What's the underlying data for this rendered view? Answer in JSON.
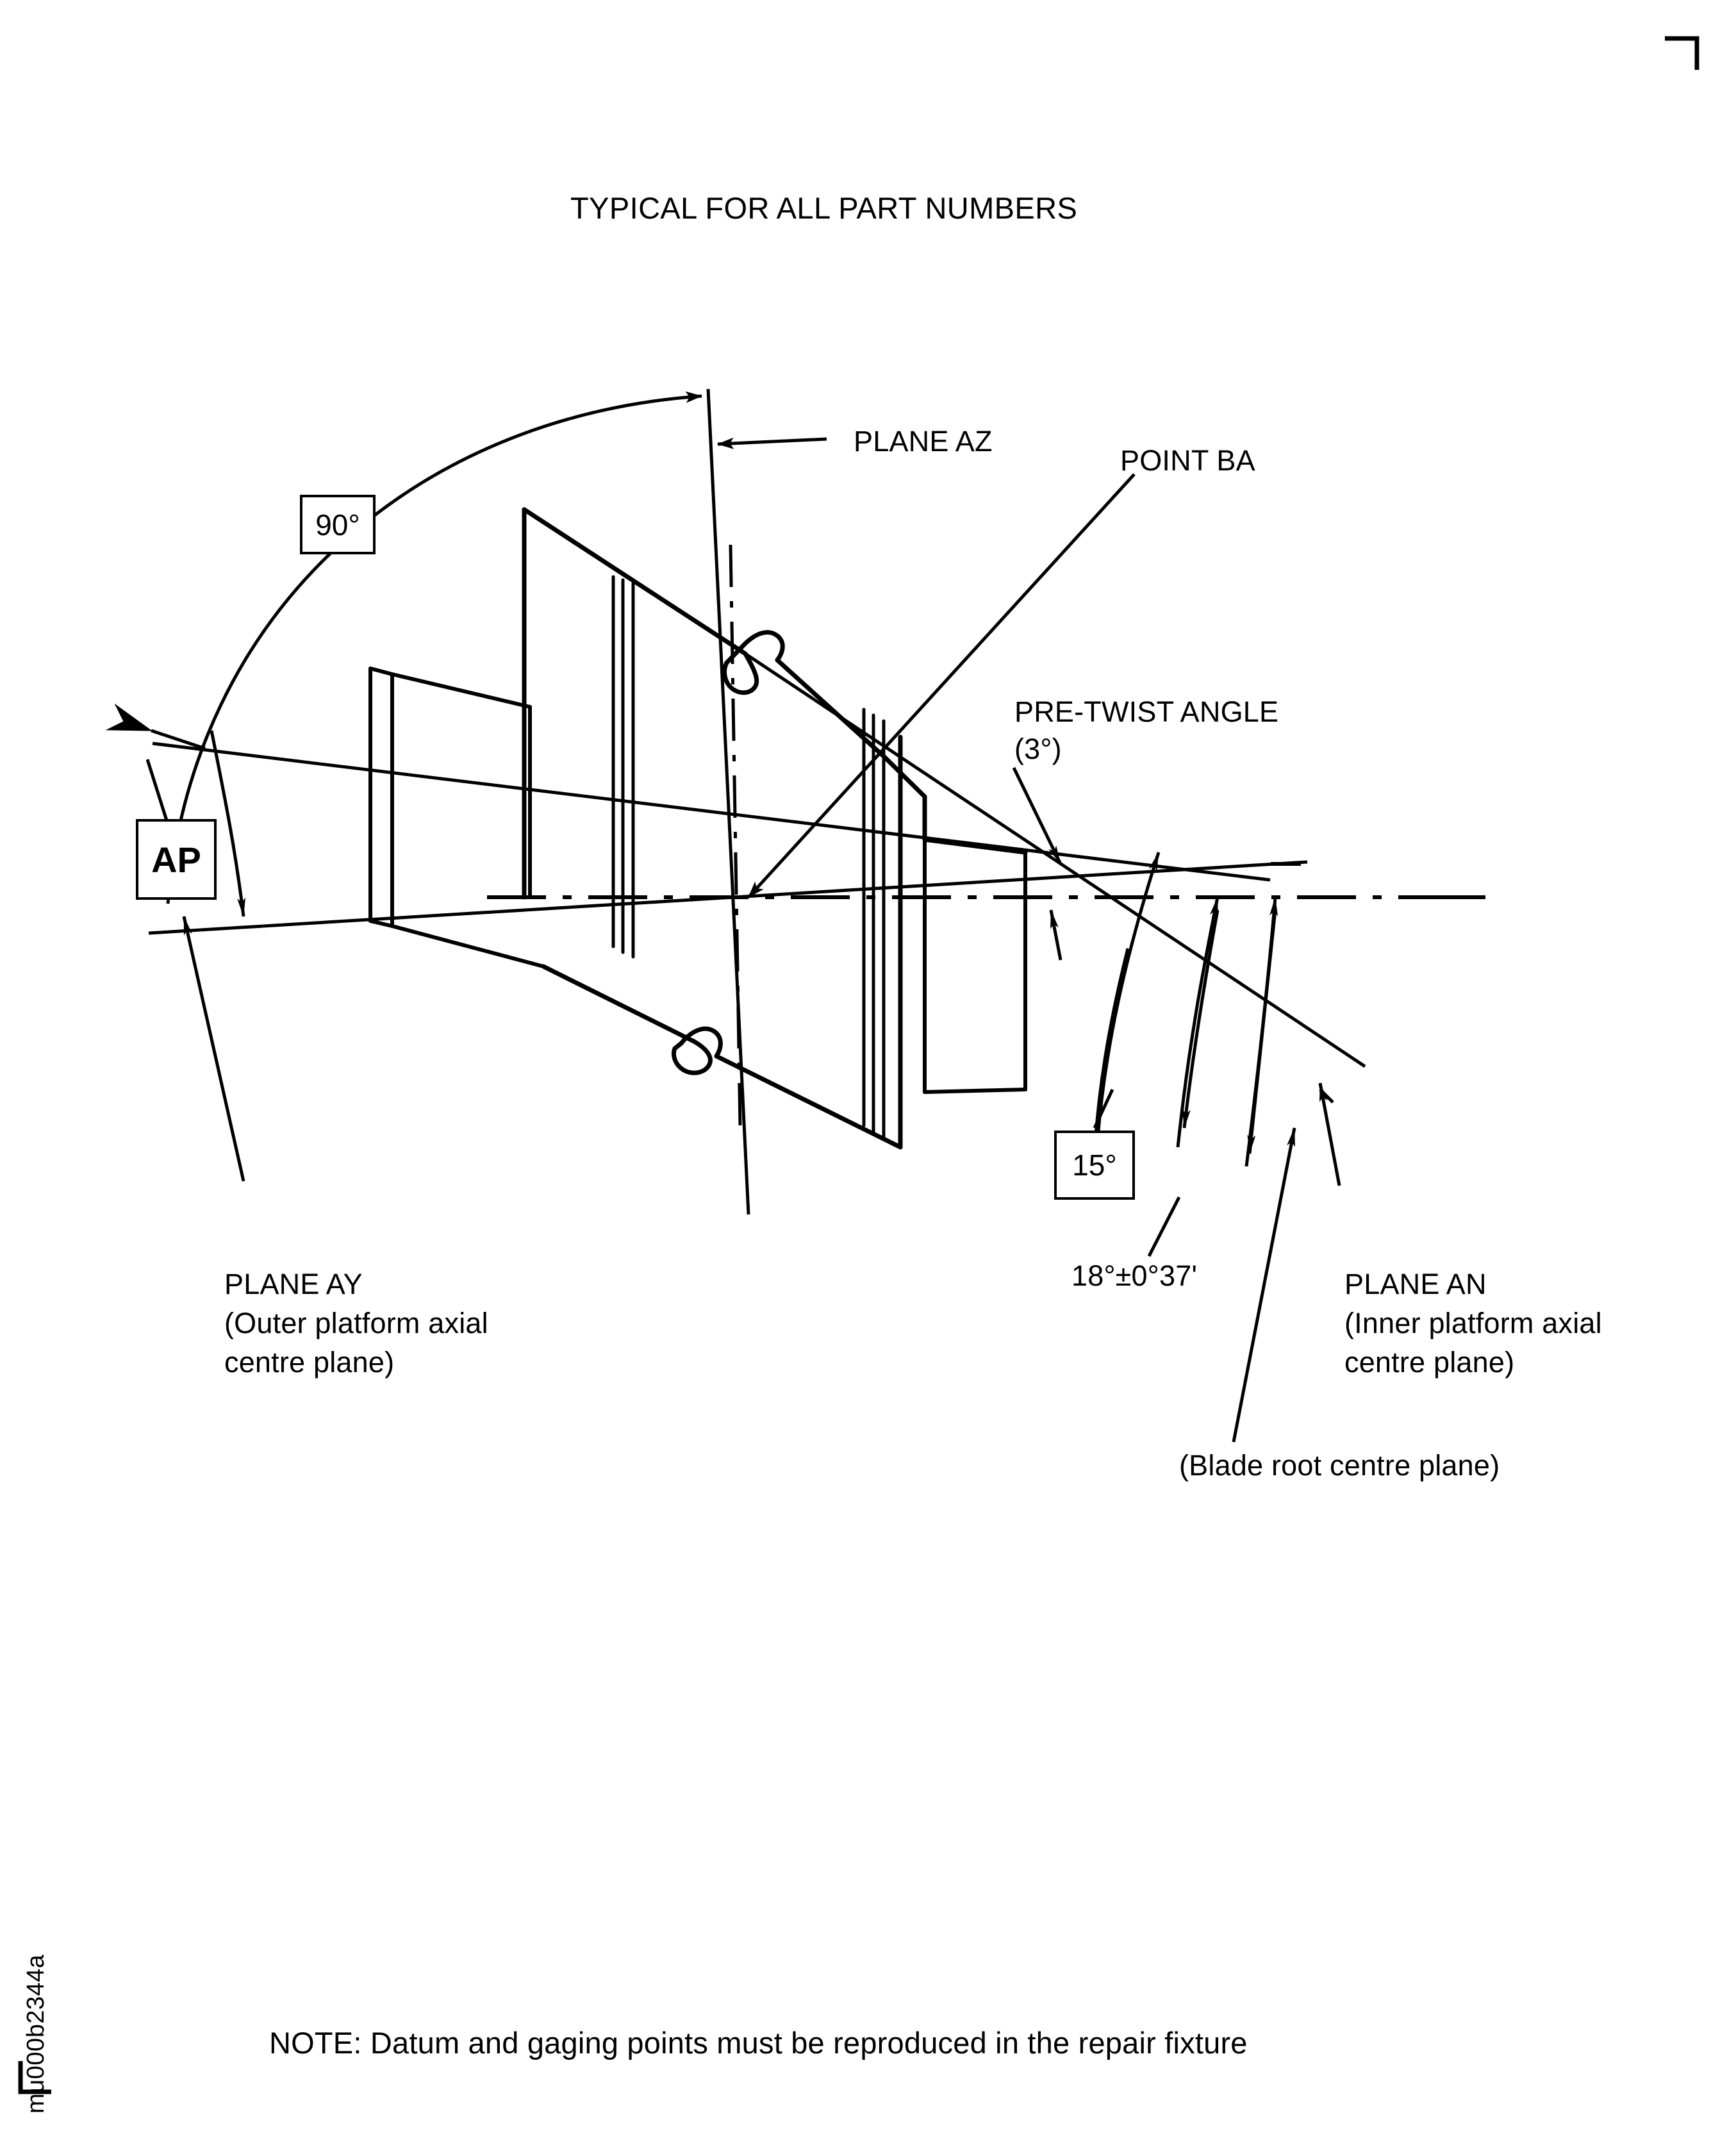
{
  "sheet": {
    "title": "TYPICAL FOR ALL PART NUMBERS",
    "figure_id": "mu000b2344a",
    "note": "NOTE: Datum and gaging points must be reproduced in the repair fixture",
    "background_color": "#ffffff",
    "line_color": "#000000"
  },
  "callouts": {
    "plane_az": "PLANE AZ",
    "point_ba": "POINT BA",
    "pre_twist_angle": "PRE-TWIST ANGLE",
    "pre_twist_value": "(3°)",
    "angle_90": "90°",
    "angle_15": "15°",
    "angle_18": "18°±0°37'",
    "datum_ap": "AP"
  },
  "labels": {
    "plane_ay": {
      "name": "PLANE AY",
      "line1": "(Outer platform axial",
      "line2": "centre plane)"
    },
    "plane_an": {
      "name": "PLANE AN",
      "line1": "(Inner platform axial",
      "line2": "centre plane)"
    },
    "blade_root": "(Blade root centre plane)"
  },
  "chart_data": {
    "type": "diagram",
    "title": "TYPICAL FOR ALL PART NUMBERS",
    "subject": "Turbine blade datum and gaging plane definition",
    "annotations": [
      {
        "label": "PLANE AZ",
        "kind": "reference-plane",
        "note": "vertical plane through point BA"
      },
      {
        "label": "POINT BA",
        "kind": "datum-point",
        "note": "intersection of axial centre lines"
      },
      {
        "label": "PRE-TWIST ANGLE",
        "value": "(3°)",
        "kind": "angle"
      },
      {
        "label": "90°",
        "kind": "boxed-basic-angle",
        "note": "between PLANE AY and PLANE AZ"
      },
      {
        "label": "15°",
        "kind": "boxed-basic-angle",
        "note": "blade root centre plane"
      },
      {
        "label": "18°±0°37'",
        "kind": "toleranced-angle",
        "note": "PLANE AN to horizontal axis"
      },
      {
        "label": "AP",
        "kind": "datum-feature-symbol"
      },
      {
        "label": "PLANE AY",
        "kind": "reference-plane",
        "note": "Outer platform axial centre plane"
      },
      {
        "label": "PLANE AN",
        "kind": "reference-plane",
        "note": "Inner platform axial centre plane"
      },
      {
        "label": "(Blade root centre plane)",
        "kind": "reference-plane"
      }
    ]
  }
}
